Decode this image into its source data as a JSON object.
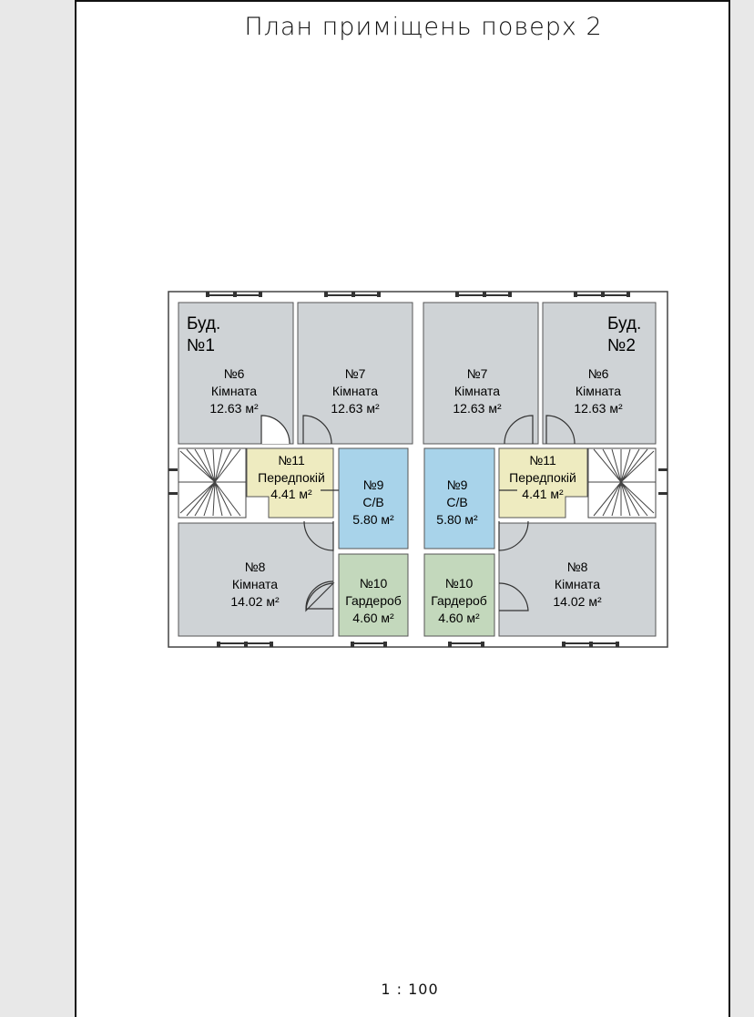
{
  "title": "План приміщень поверх 2",
  "scale": "1 : 100",
  "buildings": {
    "left": {
      "line1": "Буд.",
      "line2": "№1"
    },
    "right": {
      "line1": "Буд.",
      "line2": "№2"
    }
  },
  "rooms": {
    "l6": {
      "num": "№6",
      "name": "Кімната",
      "area": "12.63 м²"
    },
    "l7": {
      "num": "№7",
      "name": "Кімната",
      "area": "12.63 м²"
    },
    "r7": {
      "num": "№7",
      "name": "Кімната",
      "area": "12.63 м²"
    },
    "r6": {
      "num": "№6",
      "name": "Кімната",
      "area": "12.63 м²"
    },
    "l11": {
      "num": "№11",
      "name": "Передпокій",
      "area": "4.41 м²"
    },
    "l9": {
      "num": "№9",
      "name": "С/В",
      "area": "5.80 м²"
    },
    "r9": {
      "num": "№9",
      "name": "С/В",
      "area": "5.80 м²"
    },
    "r11": {
      "num": "№11",
      "name": "Передпокій",
      "area": "4.41 м²"
    },
    "l8": {
      "num": "№8",
      "name": "Кімната",
      "area": "14.02 м²"
    },
    "l10": {
      "num": "№10",
      "name": "Гардероб",
      "area": "4.60 м²"
    },
    "r10": {
      "num": "№10",
      "name": "Гардероб",
      "area": "4.60 м²"
    },
    "r8": {
      "num": "№8",
      "name": "Кімната",
      "area": "14.02 м²"
    }
  },
  "colors": {
    "room": "#cfd3d6",
    "hall": "#eeebc0",
    "bath": "#a8d3ea",
    "wardrobe": "#c3d8bc",
    "wall": "#ffffff",
    "outline": "#555555"
  }
}
